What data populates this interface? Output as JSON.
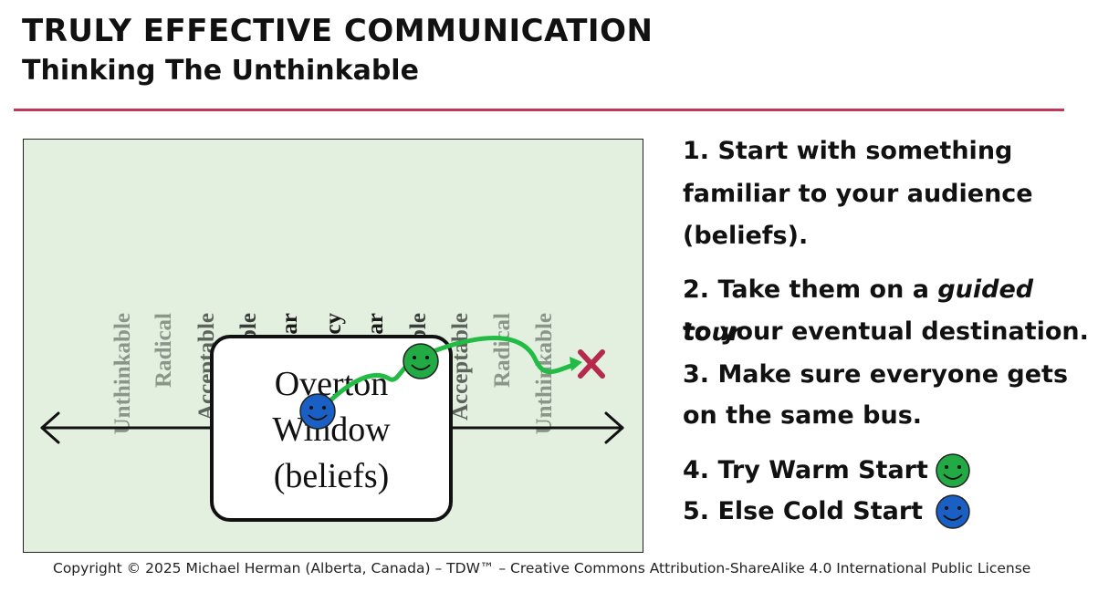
{
  "header": {
    "title": "TRULY EFFECTIVE COMMUNICATION",
    "subtitle": "Thinking The Unthinkable"
  },
  "diagram": {
    "spectrum_labels": [
      "Unthinkable",
      "Radical",
      "Acceptable",
      "Sensible",
      "Popular",
      "Policy",
      "Popular",
      "Sensible",
      "Acceptable",
      "Radical",
      "Unthinkable"
    ],
    "window_lines": [
      "Overton",
      "Window",
      "(beliefs)"
    ]
  },
  "points": {
    "p1_line1": "1. Start with something",
    "p1_line2": "familiar to your audience",
    "p1_line3": "(beliefs).",
    "p2_line1_pre": "2. Take them on a ",
    "p2_line1_em": "guided tour",
    "p2_line2": "to your eventual destination.",
    "p3_line1": "3. Make sure everyone gets",
    "p3_line2": "on the same bus.",
    "p4": "4. Try Warm Start",
    "p5": "5. Else Cold Start"
  },
  "footer": "Copyright © 2025 Michael Herman (Alberta, Canada) – TDW™ – Creative Commons Attribution-ShareAlike  4.0 International Public License",
  "colors": {
    "rule": "#c0375a",
    "panel_bg": "#e3f0e0",
    "warm_face": "#22aa44",
    "cold_face": "#1a5fc4",
    "path": "#22bb44",
    "destination_x": "#b5294a",
    "label_gray": "#8a968a",
    "label_dark": "#1a1a1a"
  }
}
